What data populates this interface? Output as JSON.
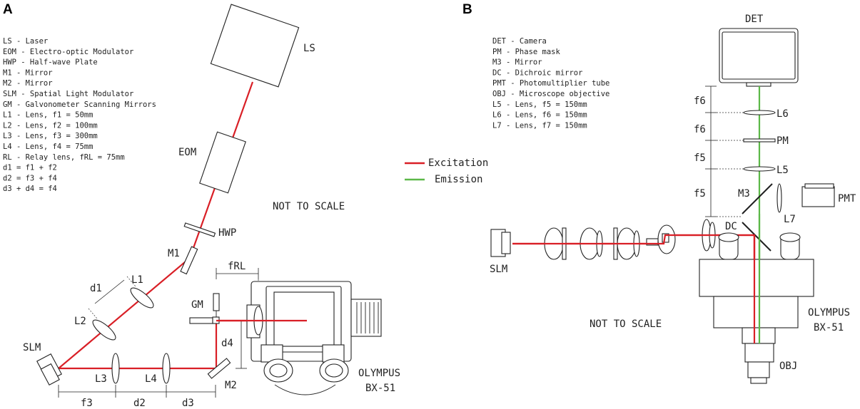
{
  "panels": {
    "a": {
      "letter": "A",
      "legend": [
        "LS - Laser",
        "EOM - Electro-optic Modulator",
        "HWP - Half-wave Plate",
        "M1 - Mirror",
        "M2 - Mirror",
        "SLM - Spatial Light Modulator",
        "GM - Galvonometer Scanning Mirrors",
        "L1 - Lens, f1 = 50mm",
        "L2 - Lens, f2 = 100mm",
        "L3 - Lens, f3 = 300mm",
        "L4 - Lens, f4 = 75mm",
        "RL - Relay lens, fRL = 75mm",
        "d1 = f1 + f2",
        "d2 = f3 + f4",
        "d3 + d4 = f4"
      ],
      "labels": {
        "ls": "LS",
        "eom": "EOM",
        "hwp": "HWP",
        "m1": "M1",
        "l1": "L1",
        "l2": "L2",
        "d1": "d1",
        "slm": "SLM",
        "l3": "L3",
        "l4": "L4",
        "m2": "M2",
        "gm": "GM",
        "d4": "d4",
        "frl": "fRL",
        "f3": "f3",
        "d2": "d2",
        "d3": "d3",
        "microscope_line1": "OLYMPUS",
        "microscope_line2": "BX-51",
        "not_to_scale": "NOT TO SCALE"
      }
    },
    "b": {
      "letter": "B",
      "legend": [
        "DET - Camera",
        "PM - Phase mask",
        "M3 - Mirror",
        "DC - Dichroic mirror",
        "PMT - Photomultiplier tube",
        "OBJ - Microscope objective",
        "L5 - Lens, f5 = 150mm",
        "L6 - Lens, f6 = 150mm",
        "L7 - Lens, f7 = 150mm"
      ],
      "labels": {
        "det": "DET",
        "l6": "L6",
        "pm": "PM",
        "l5": "L5",
        "m3": "M3",
        "pmt": "PMT",
        "l7": "L7",
        "dc": "DC",
        "slm": "SLM",
        "obj": "OBJ",
        "f6a": "f6",
        "f6b": "f6",
        "f5a": "f5",
        "f5b": "f5",
        "microscope_line1": "OLYMPUS",
        "microscope_line2": "BX-51",
        "not_to_scale": "NOT TO SCALE"
      }
    }
  },
  "key": {
    "excitation": "Excitation",
    "emission": "Emission"
  },
  "colors": {
    "excitation": "#d91f26",
    "emission": "#5cb848"
  }
}
